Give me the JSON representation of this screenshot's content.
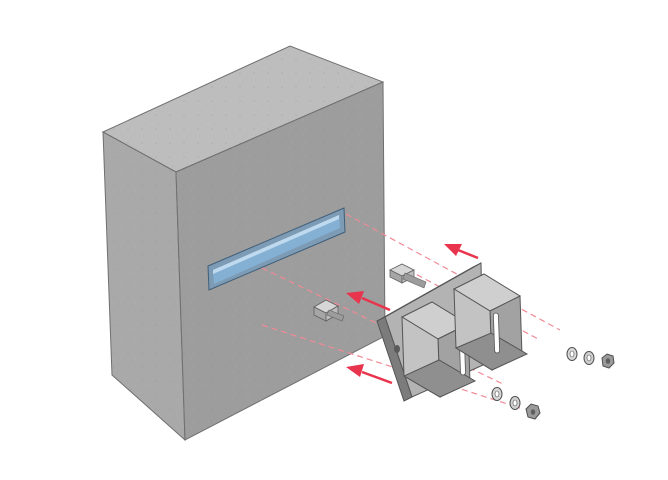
{
  "diagram": {
    "colors": {
      "background": "#ffffff",
      "concrete_front": "#9d9d9d",
      "concrete_top": "#bdbdbd",
      "concrete_side": "#a9a9a9",
      "channel_blue": "#84b0d4",
      "channel_light": "#bfd9ee",
      "steel_light": "#cfcfcf",
      "steel_mid": "#a4a4a4",
      "steel_dark": "#707070",
      "arrow_red": "#e8344c",
      "dashed_red": "#f08a96"
    },
    "parts": [
      {
        "name": "concrete-block"
      },
      {
        "name": "embedded-anchor-channel"
      },
      {
        "name": "t-head-bolt"
      },
      {
        "name": "t-head-bolt"
      },
      {
        "name": "steel-bracket"
      },
      {
        "name": "flat-washer"
      },
      {
        "name": "spring-washer"
      },
      {
        "name": "hex-nut"
      }
    ]
  }
}
